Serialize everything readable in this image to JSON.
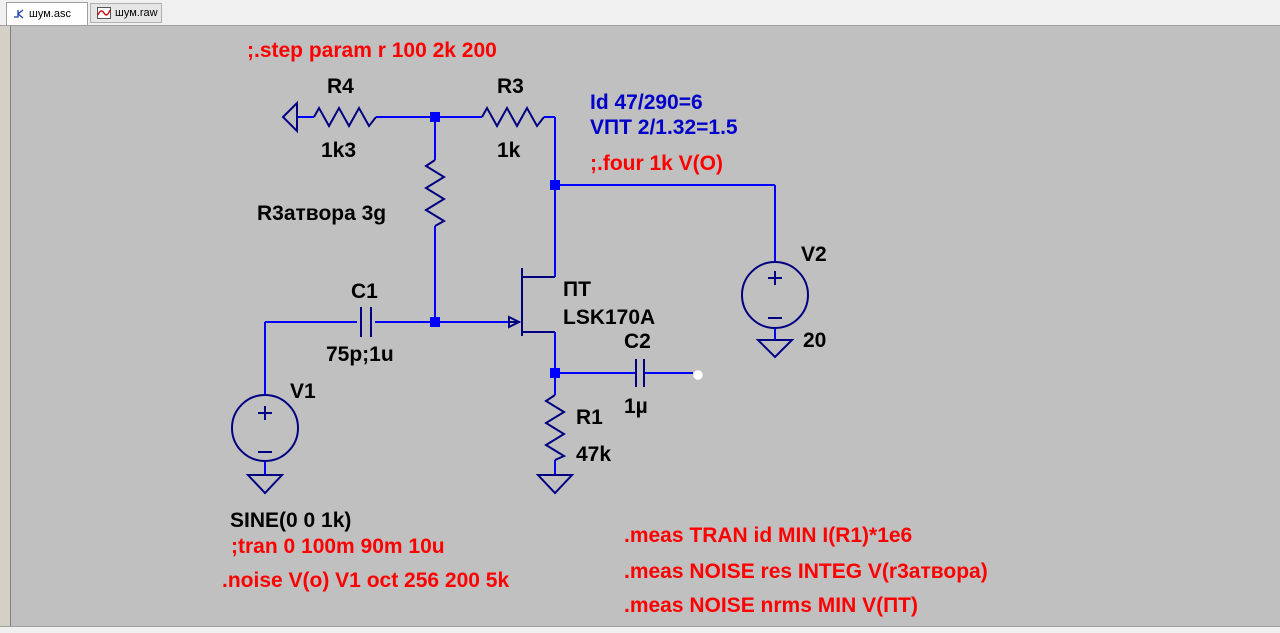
{
  "tabs": [
    {
      "label": "шум.asc",
      "icon": "schematic-icon",
      "active": true
    },
    {
      "label": "шум.raw",
      "icon": "waveform-icon",
      "active": false
    }
  ],
  "directives": {
    "step": ";.step param r 100 2k 200",
    "info_id": "Id 47/290=6",
    "info_vpt": "VПТ 2/1.32=1.5",
    "four": ";.four 1k V(O)",
    "tran": ";tran 0 100m 90m 10u",
    "noise": ".noise V(o) V1 oct 256 200 5k",
    "meas1": ".meas TRAN id MIN I(R1)*1e6",
    "meas2": ".meas NOISE res INTEG V(r3атвора)",
    "meas3": ".meas NOISE nrms MIN V(ПТ)"
  },
  "components": {
    "r4": {
      "name": "R4",
      "value": "1k3"
    },
    "r3": {
      "name": "R3",
      "value": "1k"
    },
    "rgate": {
      "label": "R3атвора 3g"
    },
    "c1": {
      "name": "C1",
      "value": "75p;1u"
    },
    "jfet": {
      "name": "ПТ",
      "model": "LSK170A"
    },
    "c2": {
      "name": "C2",
      "value": "1µ"
    },
    "r1": {
      "name": "R1",
      "value": "47k"
    },
    "v1": {
      "name": "V1",
      "value": "SINE(0 0 1k)"
    },
    "v2": {
      "name": "V2",
      "value": "20"
    }
  },
  "colors": {
    "wire": "#0000ff",
    "directive": "#ff0000",
    "comment": "#0000c8",
    "background": "#c0c0c0"
  }
}
